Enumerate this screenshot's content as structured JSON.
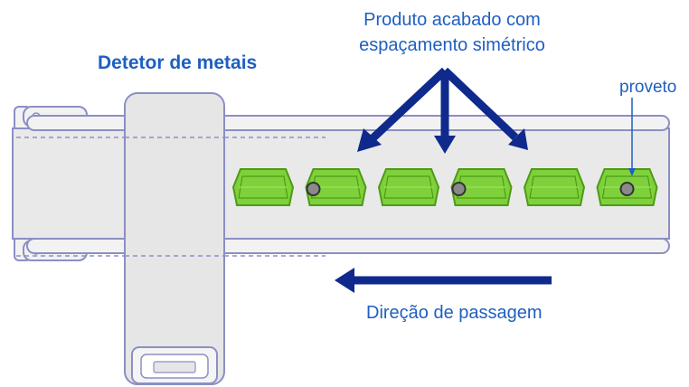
{
  "labels": {
    "detector": "Detetor de metais",
    "product_line1": "Produto acabado com",
    "product_line2": "espaçamento simétrico",
    "specimen": "proveto",
    "direction": "Direção de passagem"
  },
  "colors": {
    "label_text": "#1f5fbf",
    "arrow": "#0f2a8c",
    "outline": "#8b8fc4",
    "belt_fill": "#e9e9e9",
    "package_fill": "#7fd13b",
    "package_dark": "#4e9b16",
    "specimen_fill": "#8a8a8a"
  },
  "packages": [
    {
      "has_specimen": false
    },
    {
      "has_specimen": true
    },
    {
      "has_specimen": false
    },
    {
      "has_specimen": true
    },
    {
      "has_specimen": false
    },
    {
      "has_specimen": true
    }
  ]
}
